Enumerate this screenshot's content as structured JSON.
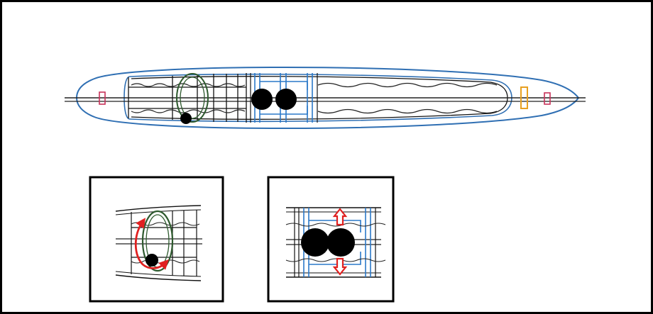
{
  "diagram": {
    "colors": {
      "outline": "#111111",
      "hull_blue": "#2f6fb3",
      "frame_blue": "#2a78c8",
      "coil_green": "#2e5a2e",
      "arrow_red": "#e02020",
      "sensor_pink": "#c8325a",
      "sensor_orange": "#e8a020",
      "mass": "#000000"
    },
    "icons": {
      "main_view": "submarine-hull-cutaway",
      "inset_left": "rotating-mass-ring",
      "inset_right": "sliding-masses"
    }
  }
}
